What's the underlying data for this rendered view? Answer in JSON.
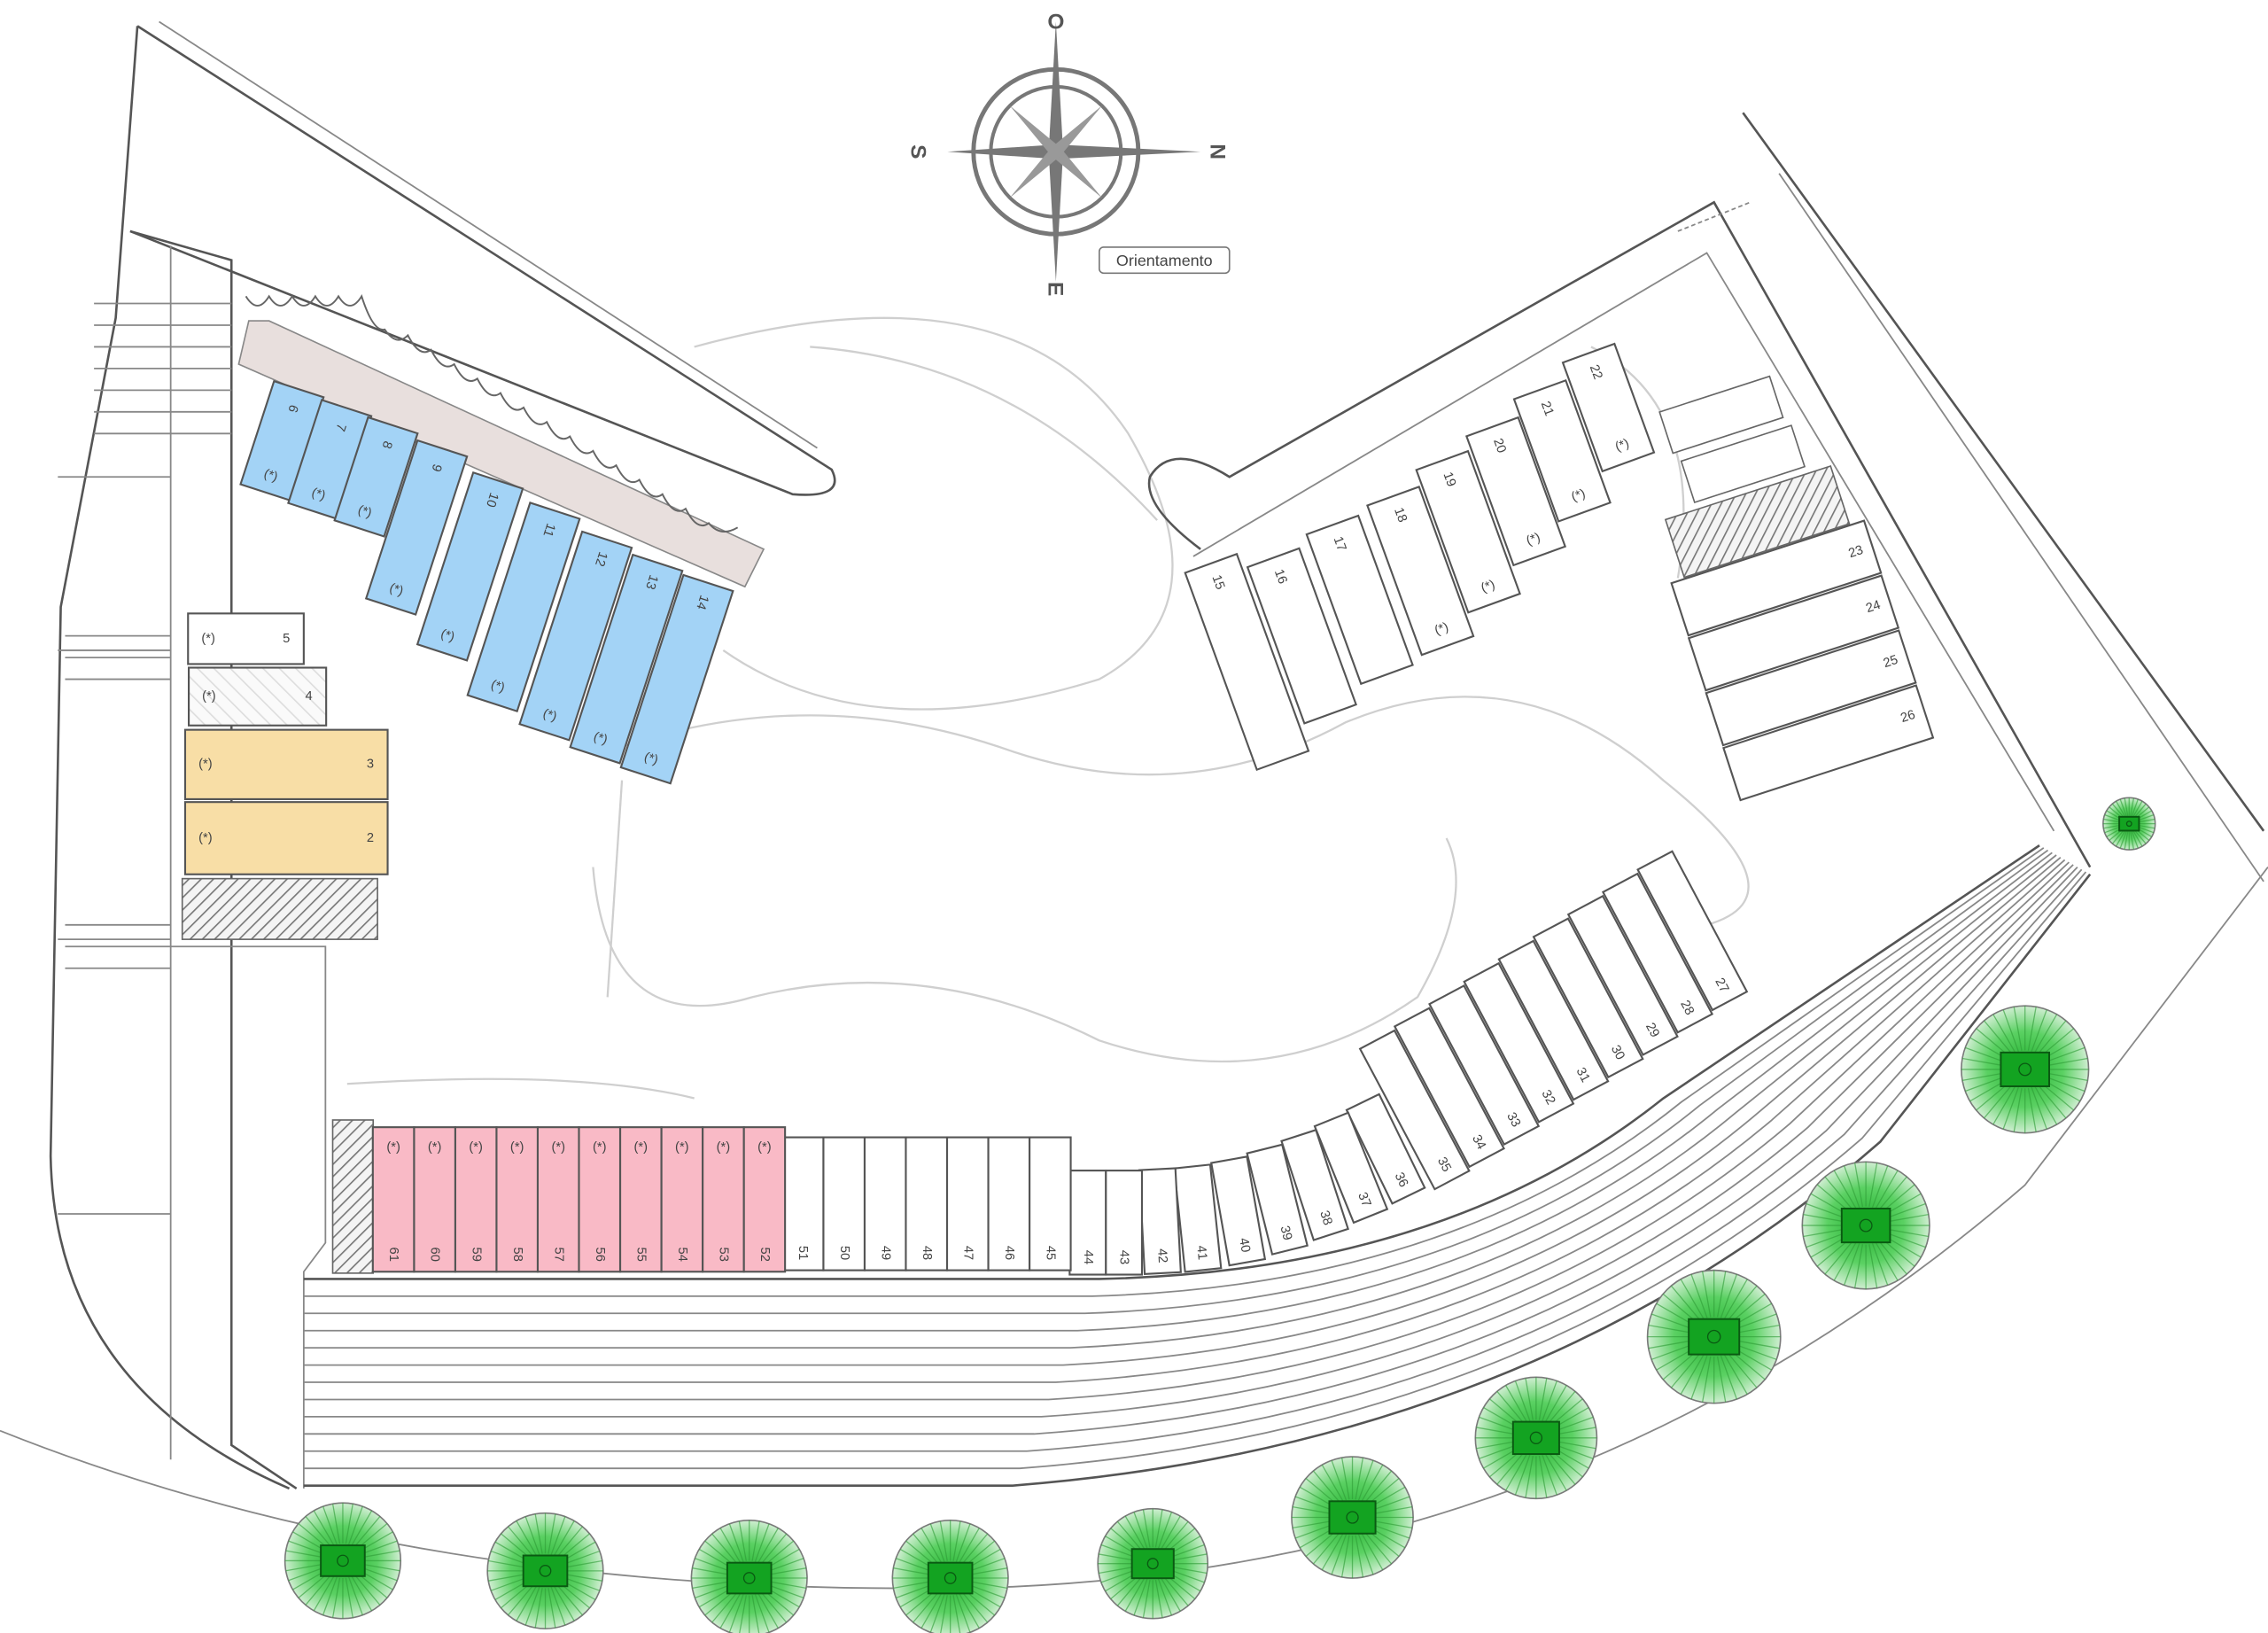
{
  "compass": {
    "top": "O",
    "bottom": "E",
    "left": "S",
    "right": "N",
    "caption": "Orientamento"
  },
  "marker": "(*)",
  "colors": {
    "blue": "#a3d3f6",
    "yellow": "#f8dea6",
    "pink": "#f9bac6",
    "white": "#ffffff",
    "hatch": "#e9e9e9",
    "strip": "#e8dfdd",
    "tree": "#3fc24a"
  },
  "spaces": [
    {
      "n": "2",
      "type": "yellow",
      "mark": true
    },
    {
      "n": "3",
      "type": "yellow",
      "mark": true
    },
    {
      "n": "4",
      "type": "hatch",
      "mark": true
    },
    {
      "n": "5",
      "type": "white",
      "mark": true
    },
    {
      "n": "6",
      "type": "blue",
      "mark": true
    },
    {
      "n": "7",
      "type": "blue",
      "mark": true
    },
    {
      "n": "8",
      "type": "blue",
      "mark": true
    },
    {
      "n": "9",
      "type": "blue",
      "mark": true
    },
    {
      "n": "10",
      "type": "blue",
      "mark": true
    },
    {
      "n": "11",
      "type": "blue",
      "mark": true
    },
    {
      "n": "12",
      "type": "blue",
      "mark": true
    },
    {
      "n": "13",
      "type": "blue",
      "mark": true
    },
    {
      "n": "14",
      "type": "blue",
      "mark": true
    },
    {
      "n": "15",
      "type": "white",
      "mark": false
    },
    {
      "n": "16",
      "type": "white",
      "mark": false
    },
    {
      "n": "17",
      "type": "white",
      "mark": false
    },
    {
      "n": "18",
      "type": "white",
      "mark": true
    },
    {
      "n": "19",
      "type": "white",
      "mark": true
    },
    {
      "n": "20",
      "type": "white",
      "mark": true
    },
    {
      "n": "21",
      "type": "white",
      "mark": true
    },
    {
      "n": "22",
      "type": "white",
      "mark": true
    },
    {
      "n": "23",
      "type": "white",
      "mark": false
    },
    {
      "n": "24",
      "type": "white",
      "mark": false
    },
    {
      "n": "25",
      "type": "white",
      "mark": false
    },
    {
      "n": "26",
      "type": "white",
      "mark": false
    },
    {
      "n": "27",
      "type": "white",
      "mark": false
    },
    {
      "n": "28",
      "type": "white",
      "mark": false
    },
    {
      "n": "29",
      "type": "white",
      "mark": false
    },
    {
      "n": "30",
      "type": "white",
      "mark": false
    },
    {
      "n": "31",
      "type": "white",
      "mark": false
    },
    {
      "n": "32",
      "type": "white",
      "mark": false
    },
    {
      "n": "33",
      "type": "white",
      "mark": false
    },
    {
      "n": "34",
      "type": "white",
      "mark": false
    },
    {
      "n": "35",
      "type": "white",
      "mark": false
    },
    {
      "n": "36",
      "type": "white",
      "mark": false
    },
    {
      "n": "37",
      "type": "white",
      "mark": false
    },
    {
      "n": "38",
      "type": "white",
      "mark": false
    },
    {
      "n": "39",
      "type": "white",
      "mark": false
    },
    {
      "n": "40",
      "type": "white",
      "mark": false
    },
    {
      "n": "41",
      "type": "white",
      "mark": false
    },
    {
      "n": "42",
      "type": "white",
      "mark": false
    },
    {
      "n": "43",
      "type": "white",
      "mark": false
    },
    {
      "n": "44",
      "type": "white",
      "mark": false
    },
    {
      "n": "45",
      "type": "white",
      "mark": false
    },
    {
      "n": "46",
      "type": "white",
      "mark": false
    },
    {
      "n": "47",
      "type": "white",
      "mark": false
    },
    {
      "n": "48",
      "type": "white",
      "mark": false
    },
    {
      "n": "49",
      "type": "white",
      "mark": false
    },
    {
      "n": "50",
      "type": "white",
      "mark": false
    },
    {
      "n": "51",
      "type": "white",
      "mark": false
    },
    {
      "n": "52",
      "type": "pink",
      "mark": true
    },
    {
      "n": "53",
      "type": "pink",
      "mark": true
    },
    {
      "n": "54",
      "type": "pink",
      "mark": true
    },
    {
      "n": "55",
      "type": "pink",
      "mark": true
    },
    {
      "n": "56",
      "type": "pink",
      "mark": true
    },
    {
      "n": "57",
      "type": "pink",
      "mark": true
    },
    {
      "n": "58",
      "type": "pink",
      "mark": true
    },
    {
      "n": "59",
      "type": "pink",
      "mark": true
    },
    {
      "n": "60",
      "type": "pink",
      "mark": true
    },
    {
      "n": "61",
      "type": "pink",
      "mark": true
    }
  ]
}
